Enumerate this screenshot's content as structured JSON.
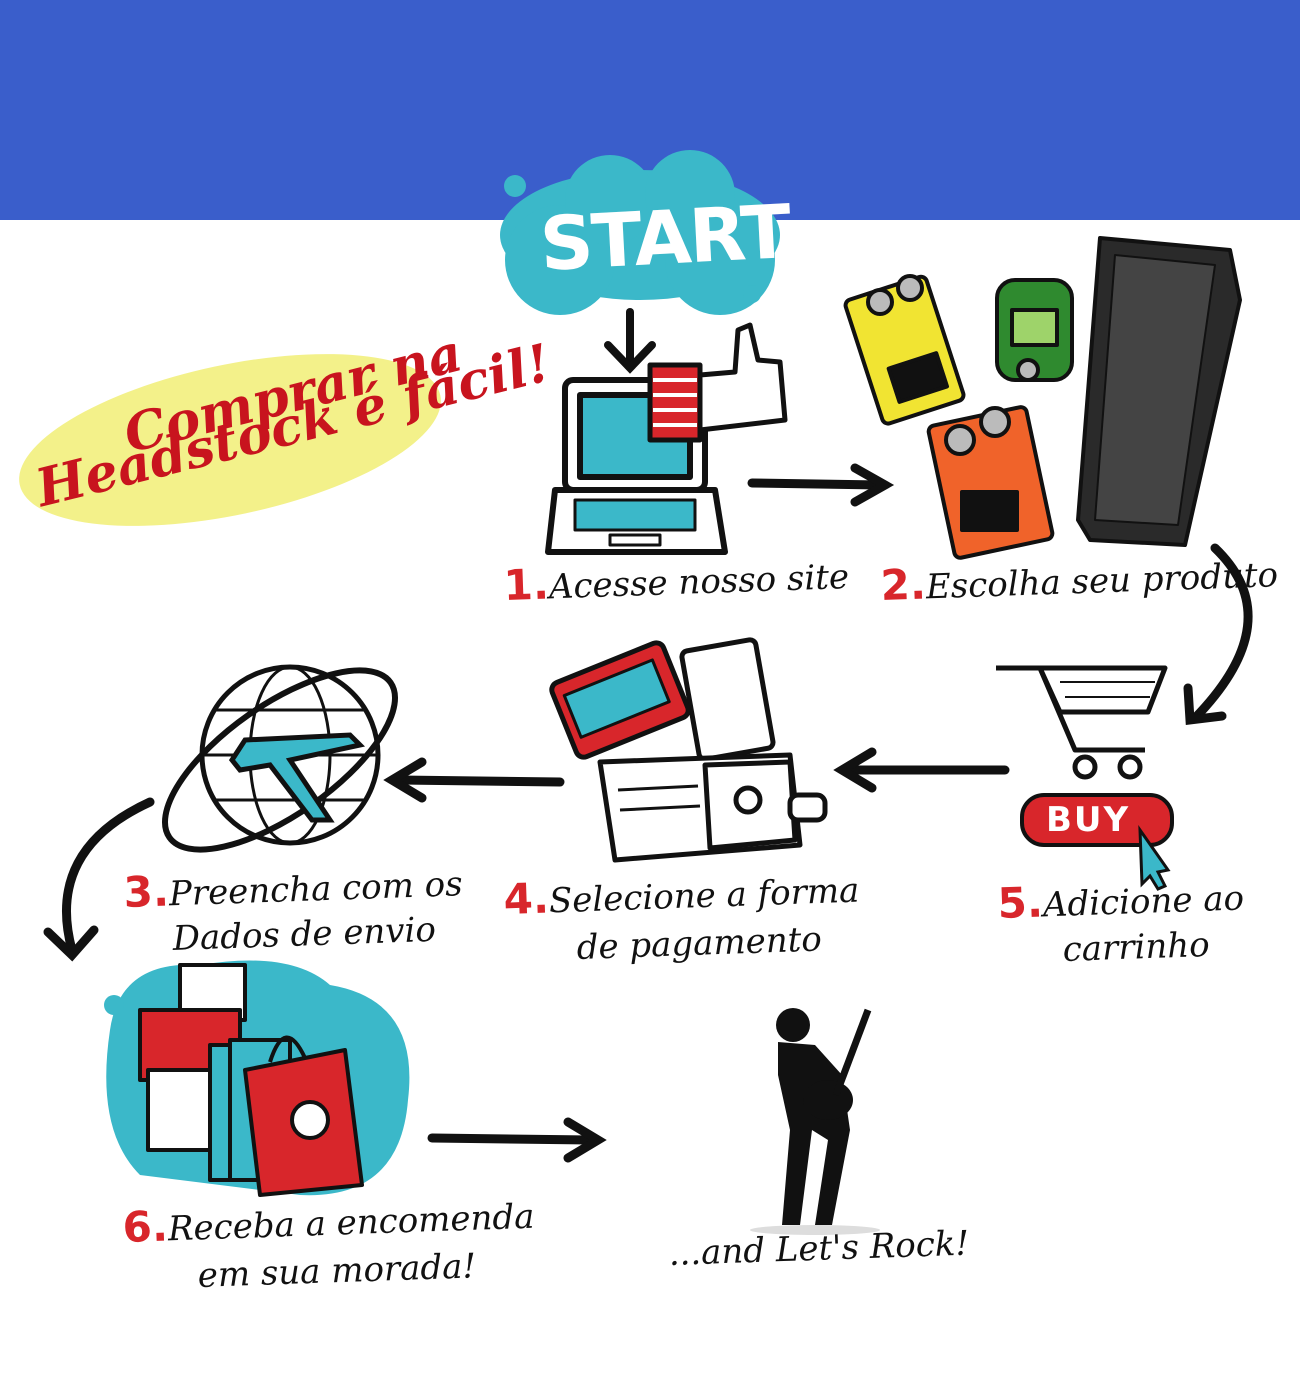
{
  "headline": {
    "line1": "Comprar na",
    "line2": "Headstock é fácil!"
  },
  "start_label": "START",
  "buy_label": "BUY",
  "steps": [
    {
      "num": "1.",
      "line1": "Acesse nosso site",
      "line2": ""
    },
    {
      "num": "2.",
      "line1": "Escolha seu produto",
      "line2": ""
    },
    {
      "num": "3.",
      "line1": "Preencha com os",
      "line2": "Dados de envio"
    },
    {
      "num": "4.",
      "line1": "Selecione a forma",
      "line2": "de pagamento"
    },
    {
      "num": "5.",
      "line1": "Adicione ao",
      "line2": "carrinho"
    },
    {
      "num": "6.",
      "line1": "Receba a encomenda",
      "line2": "em sua morada!"
    }
  ],
  "finale": "...and Let's Rock!",
  "colors": {
    "banner": "#3a5ecb",
    "cyan": "#3bb8c9",
    "red": "#d8262b",
    "yellow": "#f3f18a"
  }
}
